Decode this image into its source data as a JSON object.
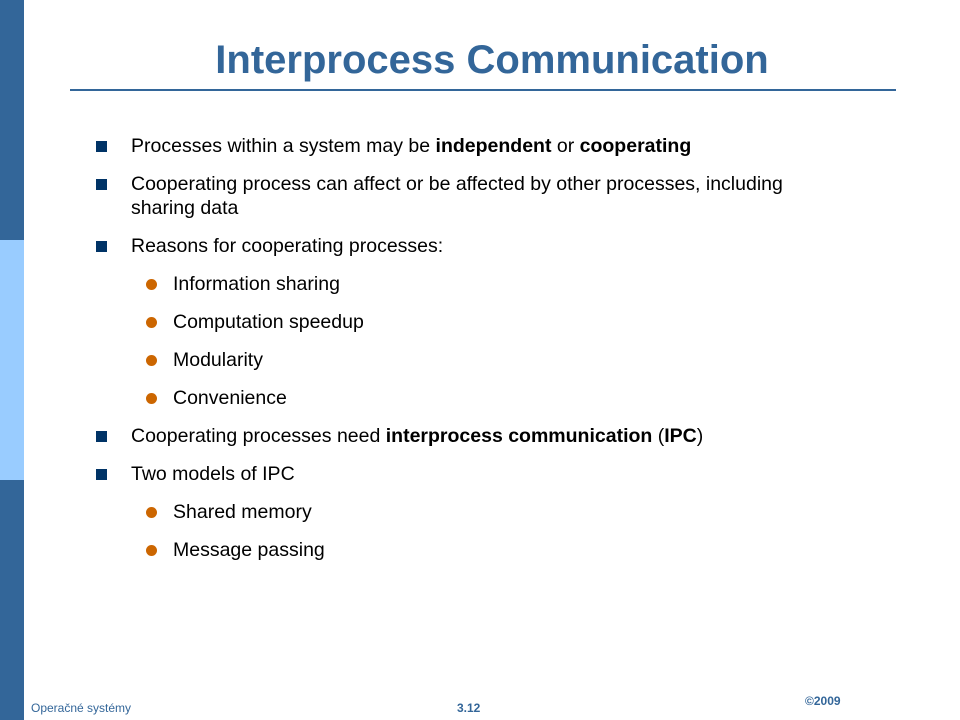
{
  "title": "Interprocess Communication",
  "bullets": [
    {
      "parts": [
        "Processes within a system may be ",
        "independent",
        " or ",
        "cooperating"
      ]
    },
    {
      "parts": [
        "Cooperating process can affect or be affected by other processes, including sharing data"
      ]
    },
    {
      "parts": [
        "Reasons for cooperating processes:"
      ],
      "sub": [
        "Information sharing",
        "Computation speedup",
        "Modularity",
        "Convenience"
      ]
    },
    {
      "parts": [
        "Cooperating processes need ",
        "interprocess communication",
        " (",
        "IPC",
        ")"
      ]
    },
    {
      "parts": [
        "Two models of IPC"
      ],
      "sub": [
        "Shared memory",
        "Message passing"
      ]
    }
  ],
  "footer": {
    "left": "Operačné  systémy",
    "center": "3.12",
    "right": "©2009"
  },
  "colors": {
    "accent": "#336699",
    "sidebar_light": "#99ccff",
    "bullet_square": "#003366",
    "bullet_dot": "#cc6600"
  }
}
